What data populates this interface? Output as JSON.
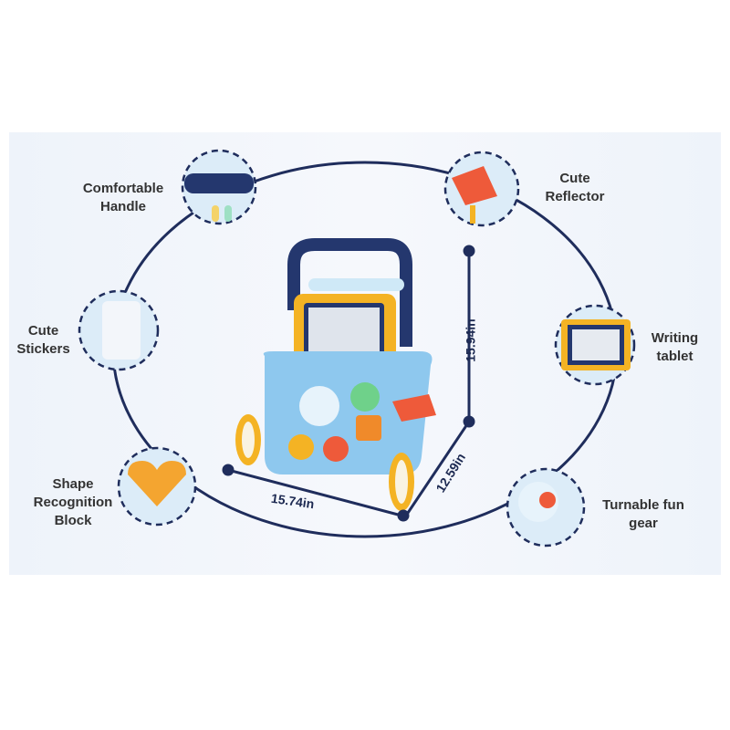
{
  "features": [
    {
      "id": "handle",
      "label_line1": "Comfortable",
      "label_line2": "Handle"
    },
    {
      "id": "reflector",
      "label_line1": "Cute",
      "label_line2": "Reflector"
    },
    {
      "id": "stickers",
      "label_line1": "Cute",
      "label_line2": "Stickers"
    },
    {
      "id": "tablet",
      "label_line1": "Writing",
      "label_line2": "tablet"
    },
    {
      "id": "shape",
      "label_line1": "Shape",
      "label_line2": "Recognition",
      "label_line3": "Block"
    },
    {
      "id": "gear",
      "label_line1": "Turnable fun",
      "label_line2": "gear"
    }
  ],
  "dimensions": {
    "height": "15.94in",
    "width": "15.74in",
    "depth": "12.59in"
  },
  "colors": {
    "navy": "#1f2d5c",
    "blue": "#8ec8ee",
    "yellow": "#f4b324",
    "red": "#ee5a3a"
  }
}
